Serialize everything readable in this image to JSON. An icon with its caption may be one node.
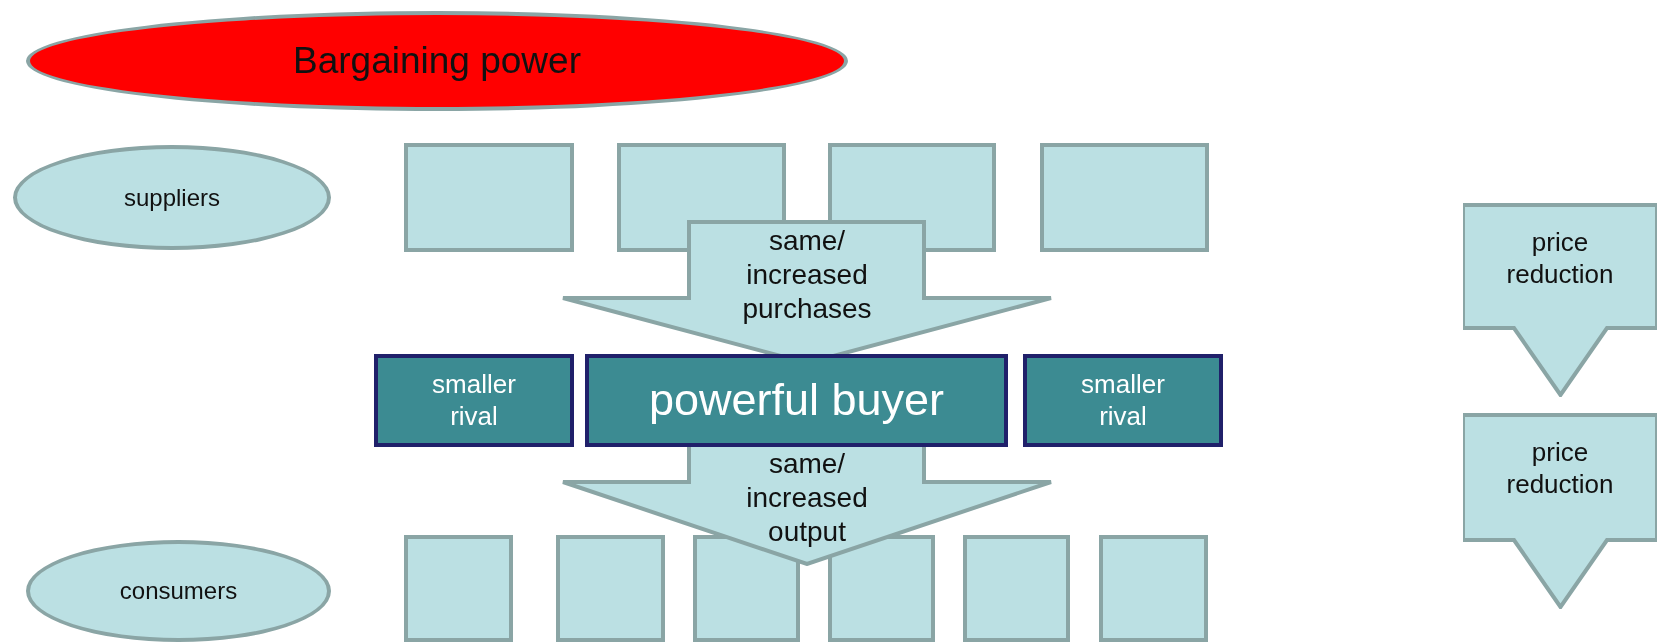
{
  "diagram": {
    "nodes": [
      {
        "text": [
          "Bargaining power"
        ]
      },
      {
        "text": [
          "suppliers"
        ]
      },
      {
        "text": [],
        "shape": "box"
      },
      {
        "text": [],
        "shape": "box"
      },
      {
        "text": [],
        "shape": "box"
      },
      {
        "text": [],
        "shape": "box"
      },
      {
        "text": [
          "price reduction"
        ]
      },
      {
        "text": [
          "same/ increased purchases"
        ]
      },
      {
        "text": [
          "smaller rival"
        ]
      },
      {
        "text": [
          "powerful buyer"
        ]
      },
      {
        "text": [
          "smaller rival"
        ]
      },
      {
        "text": [
          "price reduction"
        ]
      },
      {
        "text": [
          "same/ increased output"
        ]
      },
      {
        "text": [
          "consumers"
        ]
      },
      {
        "text": [],
        "shape": "box"
      },
      {
        "text": [],
        "shape": "box"
      },
      {
        "text": [],
        "shape": "box"
      },
      {
        "text": [],
        "shape": "box"
      },
      {
        "text": [],
        "shape": "box"
      },
      {
        "text": [],
        "shape": "box"
      }
    ]
  }
}
